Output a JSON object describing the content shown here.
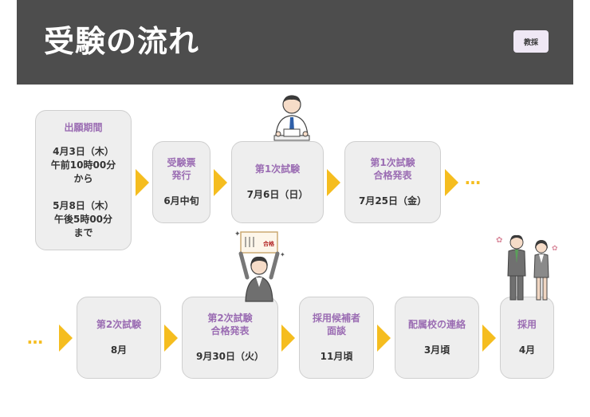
{
  "header": {
    "title": "受験の流れ",
    "badge": "教採"
  },
  "steps": [
    {
      "label": "出願期間",
      "value": "4月3日（木）\n午前10時00分\nから\n\n5月8日（木）\n午後5時00分\nまで"
    },
    {
      "label": "受験票\n発行",
      "value": "6月中旬"
    },
    {
      "label": "第1次試験",
      "value": "7月6日（日）"
    },
    {
      "label": "第1次試験\n合格発表",
      "value": "7月25日（金）"
    },
    {
      "label": "第2次試験",
      "value": "8月"
    },
    {
      "label": "第2次試験\n合格発表",
      "value": "9月30日（火）"
    },
    {
      "label": "採用候補者\n面談",
      "value": "11月頃"
    },
    {
      "label": "配属校の連絡",
      "value": "3月頃"
    },
    {
      "label": "採用",
      "value": "4月"
    }
  ],
  "continuation": "…",
  "illustrations": {
    "exam": "person-writing-at-desk-icon",
    "pass": "person-holding-pass-certificate-icon",
    "hired": "two-people-in-suits-icon"
  },
  "certificate_text": "合格",
  "colors": {
    "header_bg": "#4d4d4d",
    "label": "#9b6db3",
    "arrow": "#f5bd1f",
    "box_bg": "#eeeeee"
  }
}
